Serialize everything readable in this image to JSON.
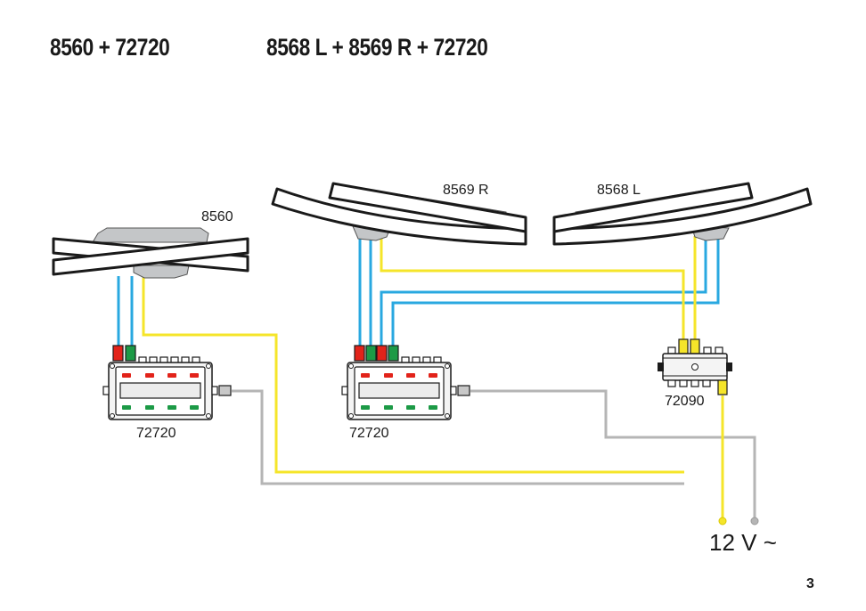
{
  "headings": {
    "left": "8560 + 72720",
    "right": "8568 L + 8569 R + 72720"
  },
  "labels": {
    "switch_8560": "8560",
    "switch_8569r": "8569 R",
    "switch_8568l": "8568 L",
    "control_left": "72720",
    "control_right": "72720",
    "distributor": "72090",
    "voltage": "12 V ~",
    "page_number": "3"
  },
  "colors": {
    "blue_wire": "#29a8e0",
    "yellow_wire": "#f5e52a",
    "grey_wire": "#b5b5b5",
    "red_plug": "#e2231a",
    "green_plug": "#1c9a46"
  }
}
